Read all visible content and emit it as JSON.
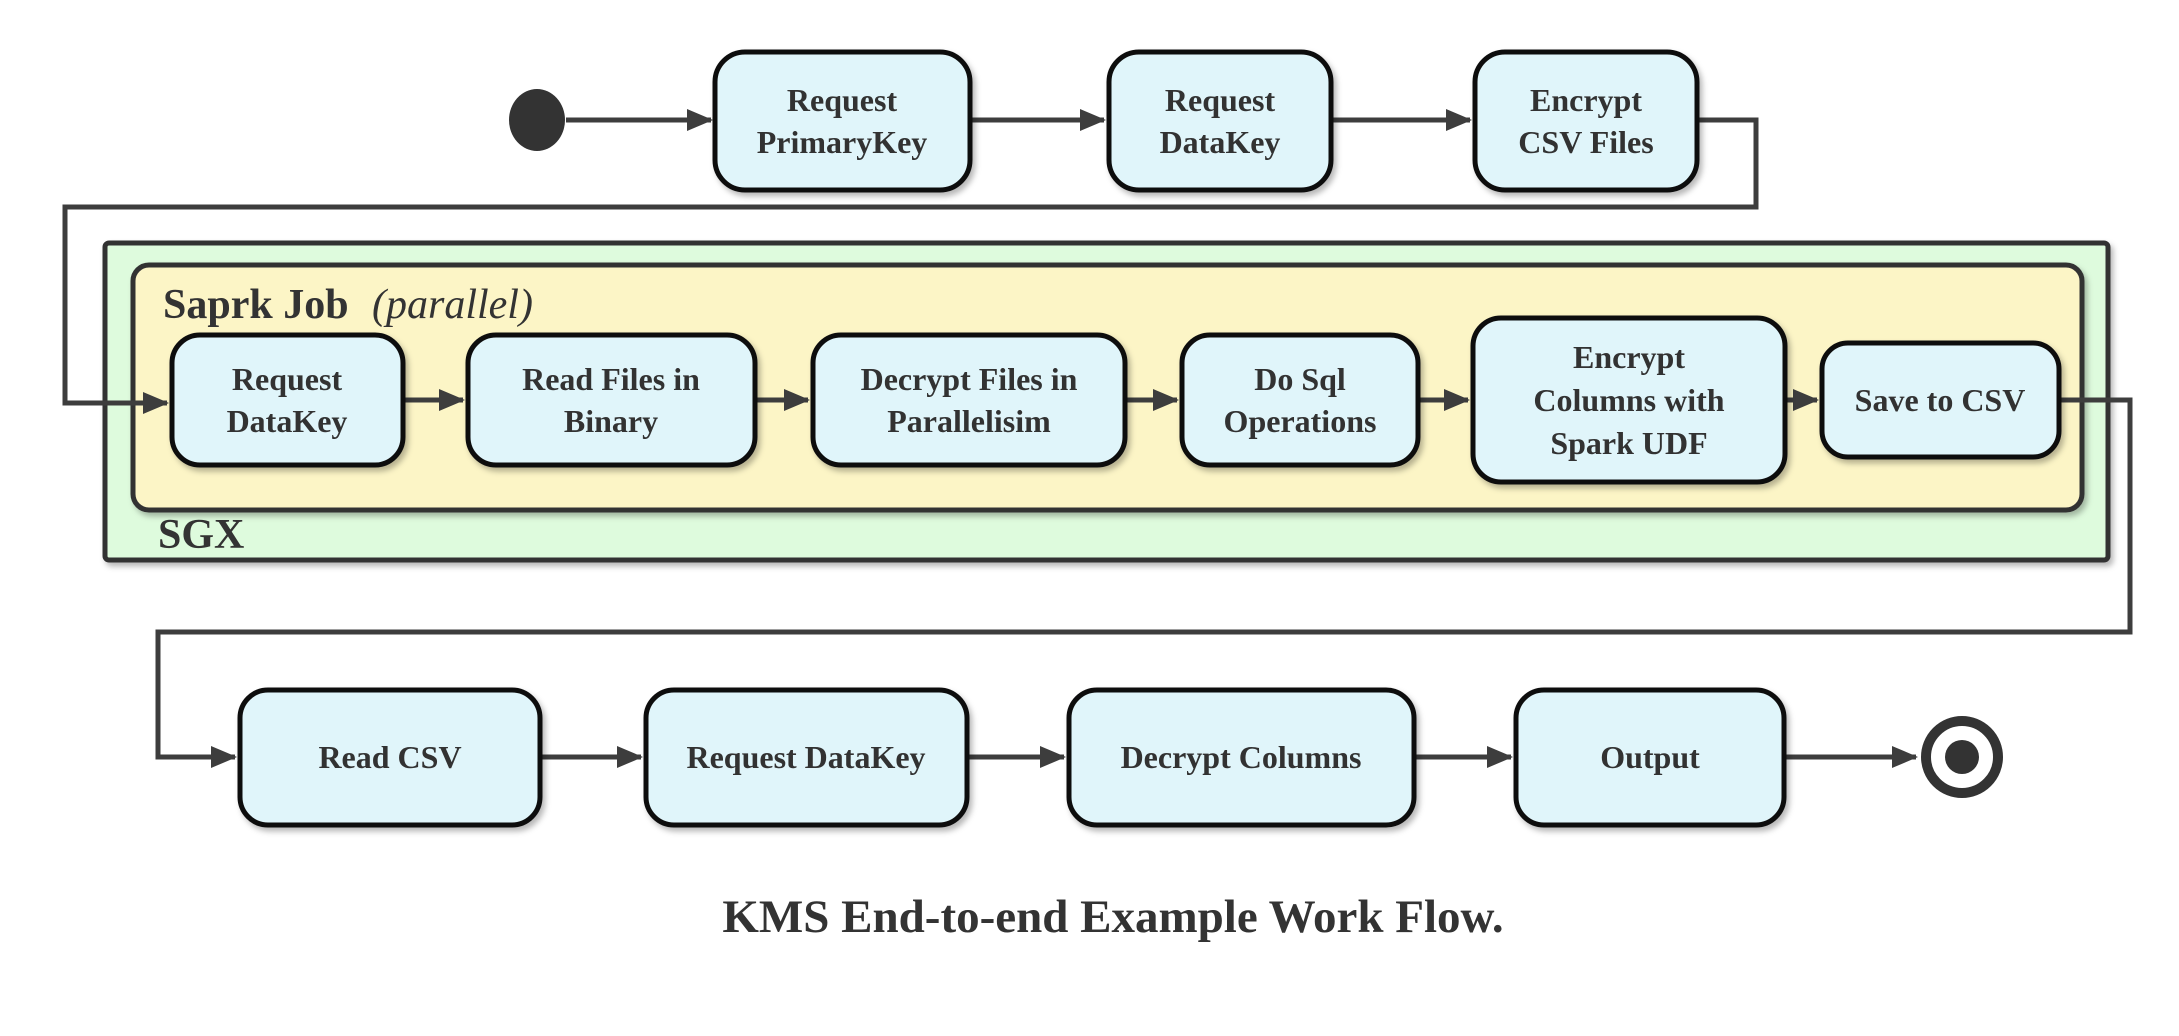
{
  "caption": "KMS End-to-end Example Work Flow.",
  "containers": {
    "sgx": {
      "label": "SGX"
    },
    "spark": {
      "label_bold": "Saprk Job",
      "label_italic": "(parallel)"
    }
  },
  "nodes": {
    "request_primarykey": [
      "Request",
      "PrimaryKey"
    ],
    "request_datakey_top": [
      "Request",
      "DataKey"
    ],
    "encrypt_csv_files": [
      "Encrypt",
      "CSV Files"
    ],
    "request_datakey_sgx": [
      "Request",
      "DataKey"
    ],
    "read_files_in_binary": [
      "Read Files in",
      "Binary"
    ],
    "decrypt_files_in_parallelisim": [
      "Decrypt Files in",
      "Parallelisim"
    ],
    "do_sql_operations": [
      "Do Sql",
      "Operations"
    ],
    "encrypt_columns_with_spark_udf": [
      "Encrypt",
      "Columns with",
      "Spark UDF"
    ],
    "save_to_csv": [
      "Save to CSV"
    ],
    "read_csv": [
      "Read CSV"
    ],
    "request_datakey_bottom": [
      "Request DataKey"
    ],
    "decrypt_columns": [
      "Decrypt Columns"
    ],
    "output": [
      "Output"
    ]
  },
  "colors": {
    "node_fill": "#e0f5fa",
    "node_stroke": "#111111",
    "sgx_fill": "#defbdd",
    "spark_fill": "#fcf5c6",
    "container_stroke": "#333333",
    "edge": "#3d3d3d",
    "text": "#333333",
    "start_fill": "#333333",
    "page_bg": "#ffffff"
  }
}
